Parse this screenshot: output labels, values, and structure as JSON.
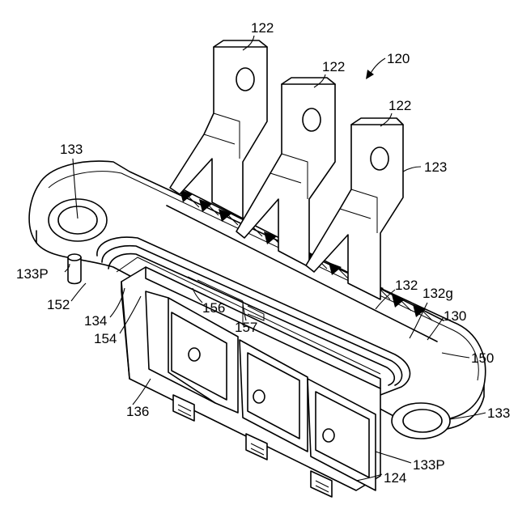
{
  "figure": {
    "labels": {
      "l120": "120",
      "l122a": "122",
      "l122b": "122",
      "l122c": "122",
      "l123": "123",
      "l133a": "133",
      "l133b": "133",
      "l133Pa": "133P",
      "l133Pb": "133P",
      "l152": "152",
      "l134": "134",
      "l154": "154",
      "l156": "156",
      "l157": "157",
      "l132": "132",
      "l132g": "132g",
      "l130": "130",
      "l150": "150",
      "l136": "136",
      "l124": "124"
    }
  }
}
